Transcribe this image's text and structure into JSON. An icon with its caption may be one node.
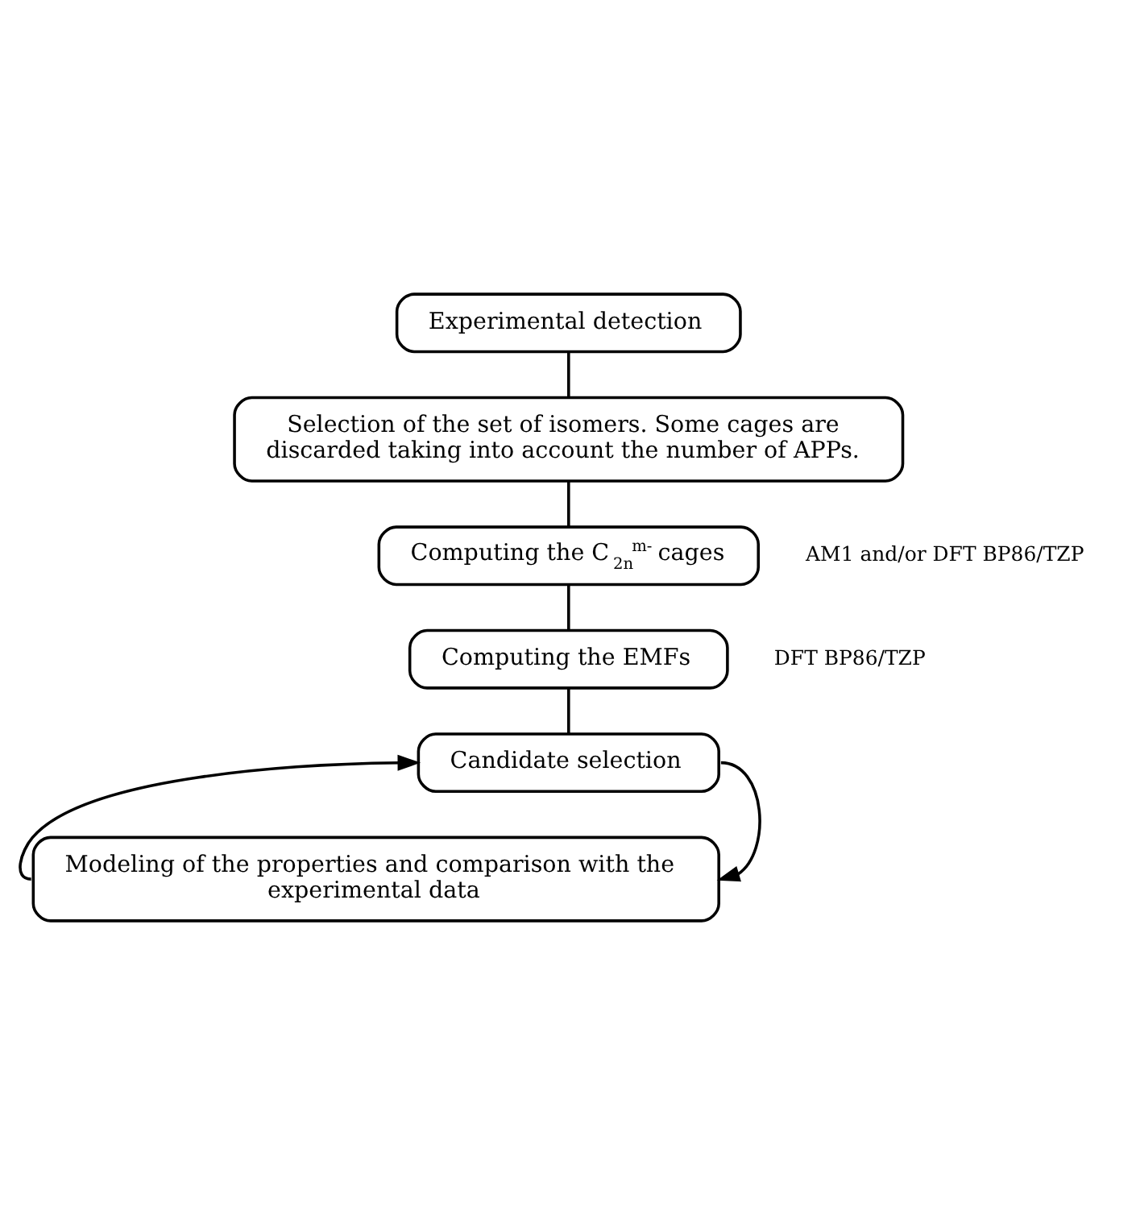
{
  "diagram": {
    "nodes": [
      {
        "text": [
          "Experimental detection"
        ]
      },
      {
        "text": [
          "Selection of the set of isomers. Some cages are discarded taking into account the number of APPs."
        ]
      },
      {
        "text": [
          "Computing the C$_{2n}$$^{m-}$ cages"
        ],
        "beside": [
          "AM1 and/or DFT BP86/TZP"
        ]
      },
      {
        "text": [
          "Computing the EMFs"
        ],
        "beside": [
          "DFT BP86/TZP"
        ]
      },
      {
        "text": [
          "Candidate selection"
        ]
      },
      {
        "text": [
          "Modeling of the properties and comparison with the experimental data"
        ]
      }
    ],
    "edges": [
      {
        "from": 0,
        "to": 1,
        "arrow": "none"
      },
      {
        "from": 1,
        "to": 2,
        "arrow": "none"
      },
      {
        "from": 2,
        "to": 3,
        "arrow": "none"
      },
      {
        "from": 3,
        "to": 4,
        "arrow": "none"
      },
      {
        "from": 4,
        "to": 5,
        "arrow": "to"
      },
      {
        "from": 5,
        "to": 4,
        "arrow": "to"
      }
    ]
  }
}
